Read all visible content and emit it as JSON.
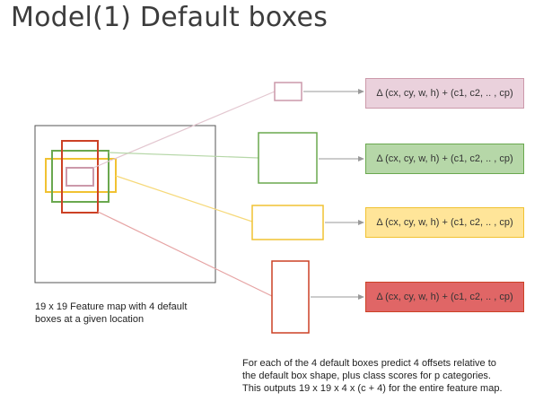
{
  "title": "Model(1) Default boxes",
  "feature_map_caption": [
    "19 x 19 Feature map with 4 default",
    "boxes at a given  location"
  ],
  "outputs": [
    {
      "label": "Δ (cx, cy, w, h) + (c1, c2, .. , cp)",
      "color": "#cc99aa",
      "fill": "#ead1dc"
    },
    {
      "label": "Δ (cx, cy, w, h) + (c1, c2, .. , cp)",
      "color": "#6aa84f",
      "fill": "#b6d7a8"
    },
    {
      "label": "Δ (cx, cy, w, h) + (c1, c2, .. , cp)",
      "color": "#f1c232",
      "fill": "#ffe599"
    },
    {
      "label": "Δ (cx, cy, w, h) + (c1, c2, .. , cp)",
      "color": "#cc4125",
      "fill": "#e06666"
    }
  ],
  "description": [
    "For each of the 4 default boxes predict 4 offsets relative to",
    "the default box shape, plus class scores for p categories.",
    "This outputs 19 x 19 x 4 x (c + 4) for the entire feature map."
  ]
}
